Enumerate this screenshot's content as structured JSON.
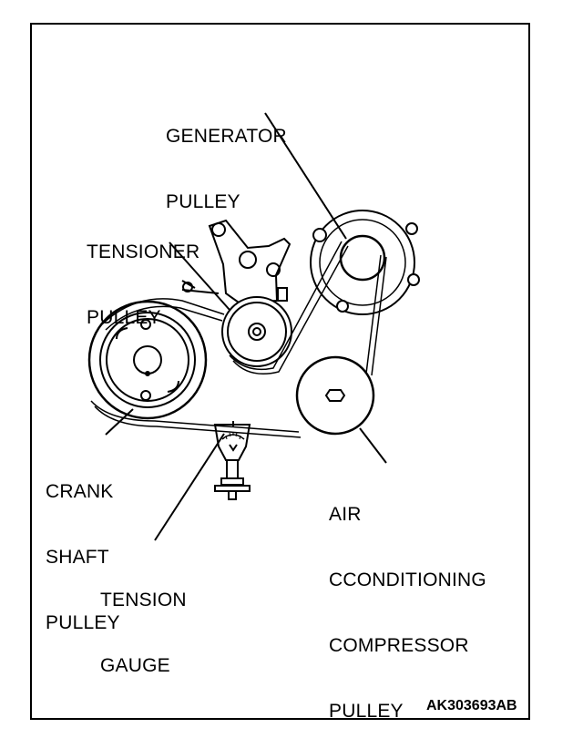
{
  "labels": {
    "generator": [
      "GENERATOR",
      "PULLEY"
    ],
    "tensioner": [
      "TENSIONER",
      "PULLEY"
    ],
    "crank": [
      "CRANK",
      "SHAFT",
      "PULLEY"
    ],
    "ac": [
      "AIR",
      "CCONDITIONING",
      "COMPRESSOR",
      "PULLEY"
    ],
    "gauge": [
      "TENSION",
      "GAUGE"
    ]
  },
  "figure_code": "AK303693AB"
}
